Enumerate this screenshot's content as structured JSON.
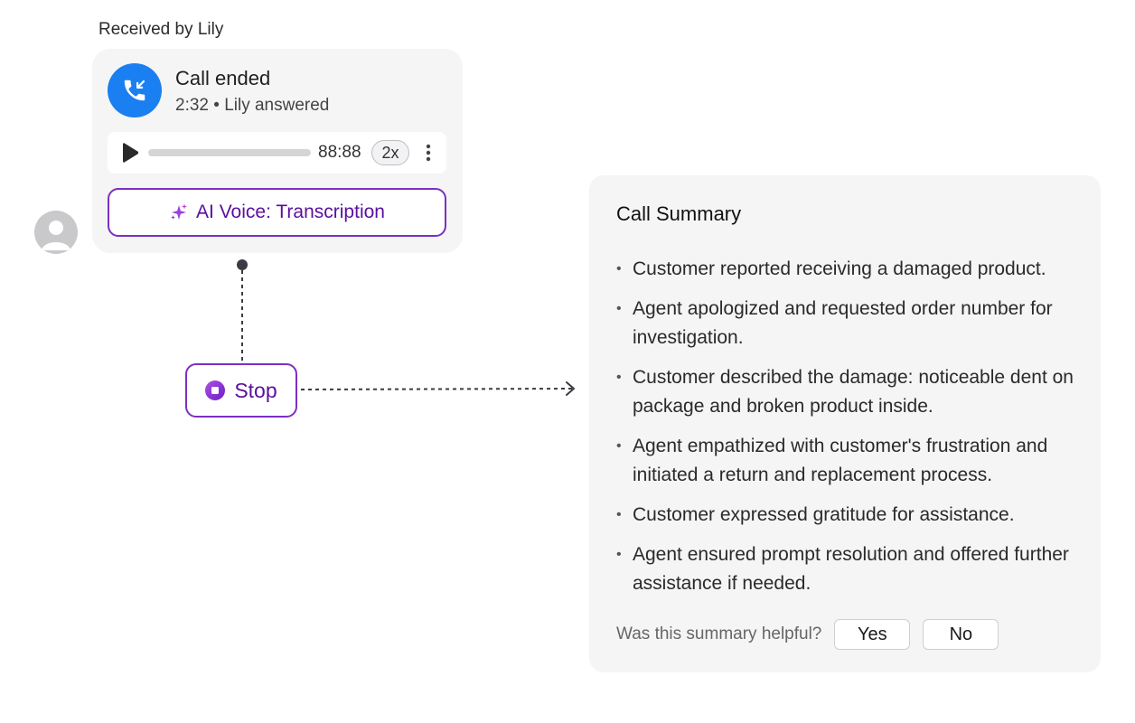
{
  "header": {
    "received_label": "Received by Lily"
  },
  "call": {
    "title": "Call ended",
    "duration": "2:32",
    "separator": "•",
    "answered_by": "Lily answered",
    "player": {
      "time": "88:88",
      "speed": "2x",
      "progress": 0.0
    },
    "ai_button_label": "AI Voice: Transcription"
  },
  "flow": {
    "stop_label": "Stop"
  },
  "summary": {
    "title": "Call Summary",
    "items": [
      "Customer reported receiving a damaged product.",
      "Agent apologized and requested order number for investigation.",
      "Customer described the damage: noticeable dent on package and broken product inside.",
      "Agent empathized with customer's frustration and initiated a return and replacement process.",
      "Customer expressed gratitude for assistance.",
      "Agent ensured prompt resolution and offered further assistance if needed."
    ],
    "feedback": {
      "question": "Was this summary helpful?",
      "yes_label": "Yes",
      "no_label": "No"
    }
  },
  "icons": {
    "call": "incoming-call-icon",
    "play": "play-icon",
    "more": "more-vertical-icon",
    "ai": "sparkle-icon",
    "stop": "stop-icon",
    "avatar": "user-avatar-icon"
  },
  "colors": {
    "call_blue": "#1a7ff0",
    "ai_purple": "#7c2fc2",
    "card_bg": "#f5f5f6"
  }
}
